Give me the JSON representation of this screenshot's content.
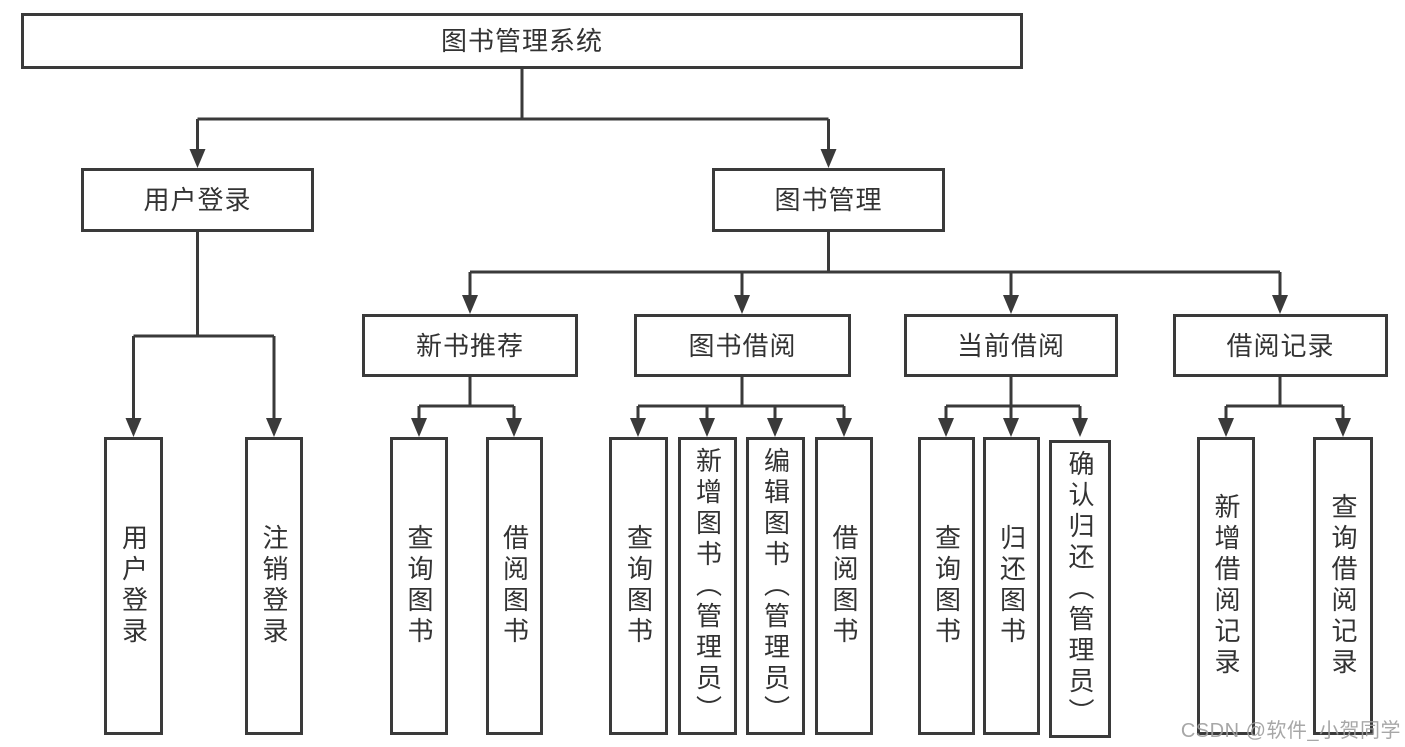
{
  "diagram": {
    "root": {
      "label": "图书管理系统"
    },
    "level2": {
      "user_login": {
        "label": "用户登录"
      },
      "book_management": {
        "label": "图书管理"
      }
    },
    "level3": {
      "new_book_recommend": {
        "label": "新书推荐"
      },
      "book_borrow": {
        "label": "图书借阅"
      },
      "current_borrow": {
        "label": "当前借阅"
      },
      "borrow_records": {
        "label": "借阅记录"
      }
    },
    "leaves": {
      "user_login": {
        "label": "用户登录"
      },
      "logout": {
        "label": "注销登录"
      },
      "recommend_query_book": {
        "label": "查询图书"
      },
      "recommend_borrow_book": {
        "label": "借阅图书"
      },
      "borrow_query_book": {
        "label": "查询图书"
      },
      "borrow_add_book": {
        "label": "新增图书（管理员）"
      },
      "borrow_edit_book": {
        "label": "编辑图书（管理员）"
      },
      "borrow_borrow_book": {
        "label": "借阅图书"
      },
      "current_query_book": {
        "label": "查询图书"
      },
      "current_return_book": {
        "label": "归还图书"
      },
      "current_confirm_return": {
        "label": "确认归还（管理员）"
      },
      "records_add_record": {
        "label": "新增借阅记录"
      },
      "records_query_record": {
        "label": "查询借阅记录"
      }
    }
  },
  "watermark": {
    "text": "CSDN @软件_小贺同学"
  },
  "colors": {
    "line": "#3a3a3a",
    "text": "#333333",
    "watermark": "#9e9e9e",
    "background": "#ffffff"
  }
}
